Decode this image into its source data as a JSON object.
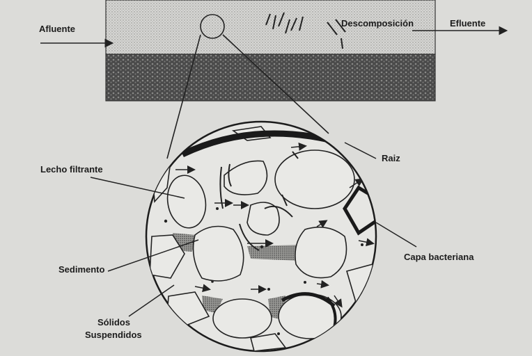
{
  "labels": {
    "influent": "Afluente",
    "effluent": "Efluente",
    "decomposition": "Descomposición",
    "root": "Raiz",
    "filter_bed": "Lecho filtrante",
    "sediment": "Sedimento",
    "bacterial_layer": "Capa bacteriana",
    "suspended_solids_line1": "Sólidos",
    "suspended_solids_line2": "Suspendidos"
  }
}
